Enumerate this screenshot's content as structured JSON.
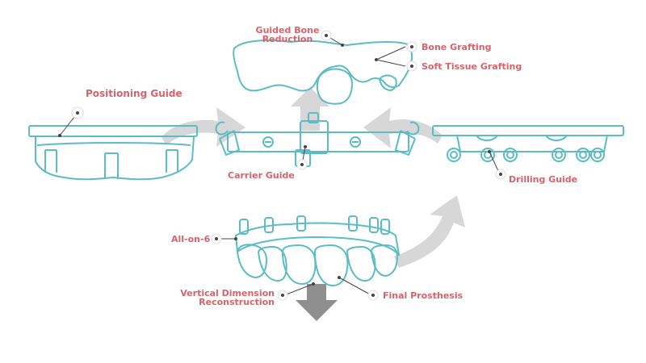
{
  "colors": {
    "outline": "#5bbdc3",
    "label": "#d9626a",
    "arrow": "#d7d7d7",
    "arrow_dark": "#8f8f8f",
    "leader": "#444444"
  },
  "labels": {
    "guided_bone_reduction": [
      "Guided Bone",
      "Reduction"
    ],
    "bone_grafting": "Bone Grafting",
    "soft_tissue_grafting": "Soft Tissue Grafting",
    "positioning_guide": "Positioning Guide",
    "carrier_guide": "Carrier Guide",
    "drilling_guide": "Drilling Guide",
    "all_on_6": "All-on-6",
    "vertical_dimension_reconstruction": [
      "Vertical Dimension",
      "Reconstruction"
    ],
    "final_prosthesis": "Final Prosthesis"
  }
}
